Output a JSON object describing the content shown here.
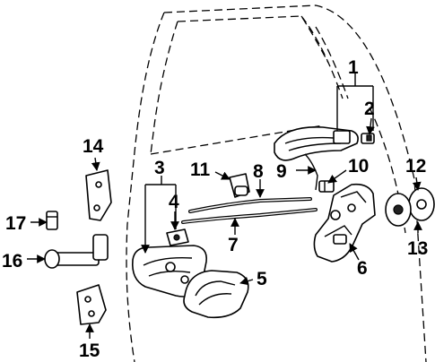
{
  "diagram": {
    "callouts": [
      {
        "id": "1",
        "text": "1"
      },
      {
        "id": "2",
        "text": "2"
      },
      {
        "id": "3",
        "text": "3"
      },
      {
        "id": "4",
        "text": "4"
      },
      {
        "id": "5",
        "text": "5"
      },
      {
        "id": "6",
        "text": "6"
      },
      {
        "id": "7",
        "text": "7"
      },
      {
        "id": "8",
        "text": "8"
      },
      {
        "id": "9",
        "text": "9"
      },
      {
        "id": "10",
        "text": "10"
      },
      {
        "id": "11",
        "text": "11"
      },
      {
        "id": "12",
        "text": "12"
      },
      {
        "id": "13",
        "text": "13"
      },
      {
        "id": "14",
        "text": "14"
      },
      {
        "id": "15",
        "text": "15"
      },
      {
        "id": "16",
        "text": "16"
      },
      {
        "id": "17",
        "text": "17"
      }
    ]
  }
}
